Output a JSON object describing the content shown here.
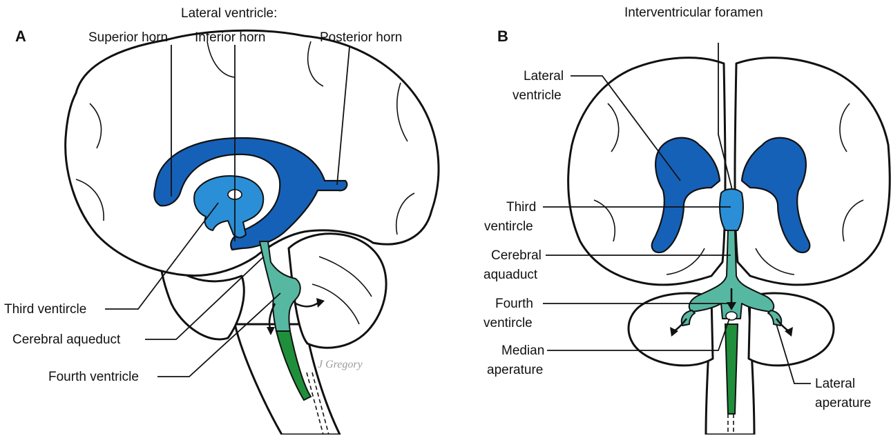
{
  "colors": {
    "lateral_ventricle": "#1661b8",
    "third_ventricle": "#2a8fd6",
    "fourth_ventricle": "#57b8a2",
    "central_canal": "#1f8f3c",
    "outline": "#111111"
  },
  "panel_a": {
    "letter": "A",
    "heading": "Lateral ventricle:",
    "labels": {
      "superior_horn": "Superior horn",
      "inferior_horn": "Inferior horn",
      "posterior_horn": "Posterior horn",
      "third_ventricle": "Third ventircle",
      "cerebral_aqueduct": "Cerebral aqueduct",
      "fourth_ventricle": "Fourth ventricle"
    },
    "signature": "J Gregory"
  },
  "panel_b": {
    "letter": "B",
    "labels": {
      "interventricular_foramen": "Interventricular foramen",
      "lateral_ventricle_1": "Lateral",
      "lateral_ventricle_2": "ventricle",
      "third_ventricle_1": "Third",
      "third_ventricle_2": "ventircle",
      "cerebral_aquaduct_1": "Cerebral",
      "cerebral_aquaduct_2": "aquaduct",
      "fourth_ventricle_1": "Fourth",
      "fourth_ventricle_2": "ventircle",
      "median_aperature_1": "Median",
      "median_aperature_2": "aperature",
      "lateral_aperature_1": "Lateral",
      "lateral_aperature_2": "aperature"
    }
  }
}
